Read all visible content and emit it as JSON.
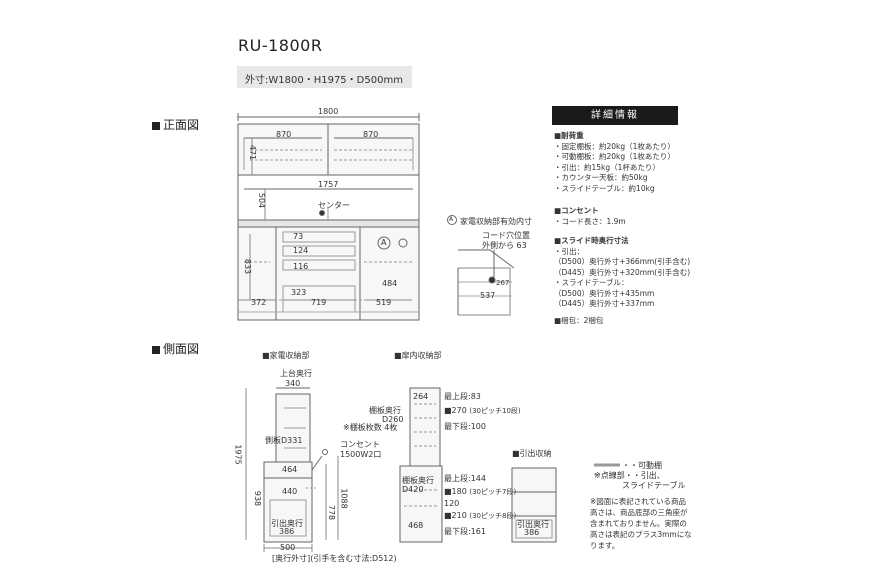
{
  "product": {
    "model": "RU-1800R",
    "outer_dims": "外寸:W1800・H1975・D500mm"
  },
  "sections": {
    "front_title": "正面図",
    "side_title": "側面図"
  },
  "front": {
    "overall_width": "1800",
    "upper_left_width": "870",
    "upper_right_width": "870",
    "upper_height": "471",
    "counter_width": "1757",
    "counter_height": "504",
    "center_label": "センター",
    "lower_height": "833",
    "dim_73": "73",
    "dim_124": "124",
    "dim_116": "116",
    "dim_323": "323",
    "dim_484": "484",
    "dim_372": "372",
    "dim_719": "719",
    "dim_519": "519",
    "marker_a": "A"
  },
  "inset": {
    "title": "家電収納部有効内寸",
    "marker": "A",
    "cord_hole_line1": "コード穴位置",
    "cord_hole_line2": "外側から 63",
    "dim_267": "267",
    "dim_537": "537"
  },
  "details": {
    "header": "詳細情報",
    "load_title": "■耐荷重",
    "load_items": [
      "・固定棚板：約20kg（1枚あたり）",
      "・可動棚板：約20kg（1枚あたり）",
      "・引出：約15kg（1杯あたり）",
      "・カウンター天板：約50kg",
      "・スライドテーブル：約10kg"
    ],
    "outlet_title": "■コンセント",
    "outlet_items": [
      "・コード長さ：1.9m"
    ],
    "slide_title": "■スライド時奥行寸法",
    "slide_items": [
      "・引出：",
      "（D500）奥行外寸+366mm(引手含む)",
      "（D445）奥行外寸+320mm(引手含む)",
      "・スライドテーブル：",
      "（D500）奥行外寸+435mm",
      "（D445）奥行外寸+337mm"
    ],
    "package": "■梱包：2梱包"
  },
  "side": {
    "appliance_title": "■家電収納部",
    "cabinet_title": "■扉内収納部",
    "drawer_title": "■引出収納",
    "total_height": "1975",
    "upper_depth_label": "上台奥行",
    "upper_depth": "340",
    "side_plate": "側板D331",
    "outlet_label": "コンセント",
    "outlet_spec": "1500W2口",
    "dim_464": "464",
    "dim_440": "440",
    "dim_938": "938",
    "dim_778": "778",
    "dim_1088": "1088",
    "drawer_depth_label": "引出奥行",
    "drawer_depth": "386",
    "depth_500": "500",
    "depth_note": "[奥行外寸](引手を含む寸法:D512)",
    "c_264": "264",
    "shelf_depth_label": "棚板奥行",
    "shelf_depth": "D260",
    "shelf_count": "※棚板枚数 4枚",
    "top_83": "最上段:83",
    "pitch_270": "■270",
    "pitch_270_note": "(30ピッチ10段)",
    "bottom_100": "最下段:100",
    "top_144": "最上段:144",
    "pitch_180": "■180",
    "pitch_180_note": "(30ピッチ7段)",
    "dim_120": "120",
    "pitch_210": "■210",
    "pitch_210_note": "(30ピッチ8段)",
    "bottom_161": "最下段:161",
    "lower_shelf_label": "棚板奥行",
    "lower_shelf_depth": "D420",
    "dim_468": "468",
    "drawer2_depth_label": "引出奥行",
    "drawer2_depth": "386"
  },
  "legend": {
    "movable": "・・可動棚",
    "dotted_line1": "※点線部・・引出、",
    "dotted_line2": "スライドテーブル",
    "note_lines": [
      "※図面に表記されている商品",
      "高さは、商品底部の三角座が",
      "含まれておりません。実際の",
      "高さは表記のプラス3mmにな",
      "ります。"
    ]
  }
}
